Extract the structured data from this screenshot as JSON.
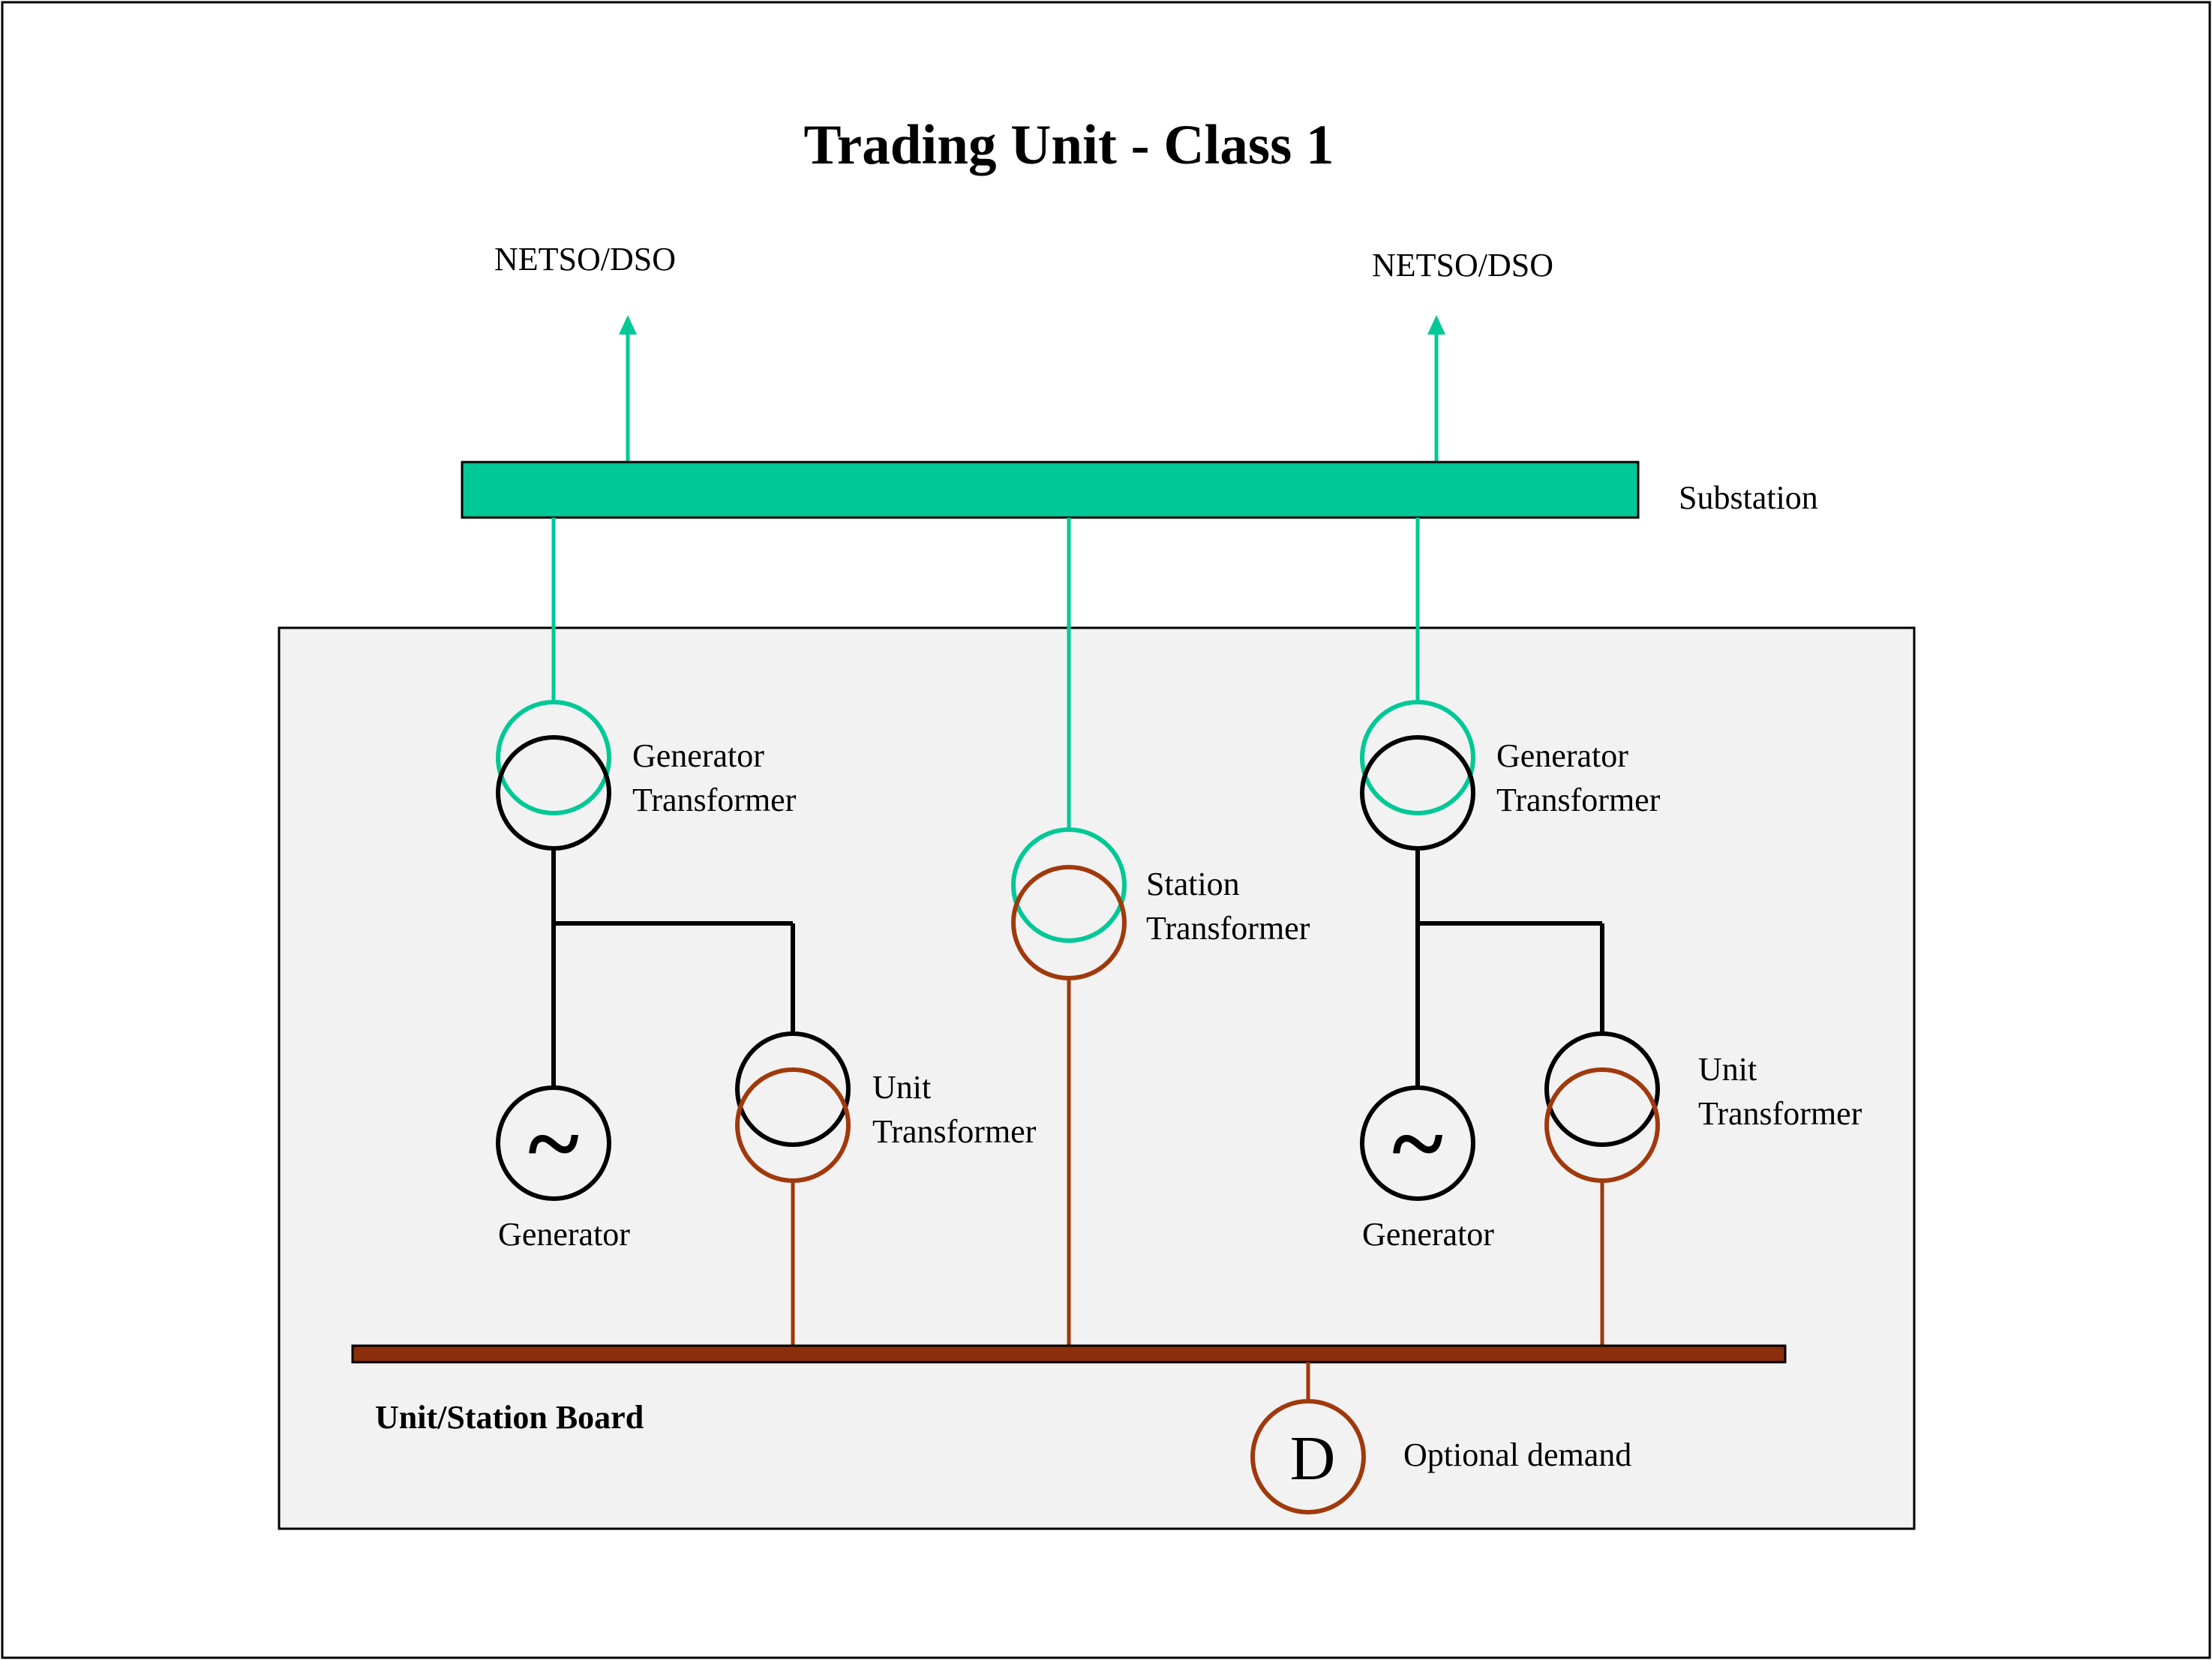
{
  "title": "Trading Unit - Class 1",
  "labels": {
    "netso_left": "NETSO/DSO",
    "netso_right": "NETSO/DSO",
    "substation": "Substation",
    "gen_tx_left_1": "Generator",
    "gen_tx_left_2": "Transformer",
    "gen_tx_right_1": "Generator",
    "gen_tx_right_2": "Transformer",
    "station_tx_1": "Station",
    "station_tx_2": "Transformer",
    "unit_tx_left_1": "Unit",
    "unit_tx_left_2": "Transformer",
    "unit_tx_right_1": "Unit",
    "unit_tx_right_2": "Transformer",
    "generator_left": "Generator",
    "generator_right": "Generator",
    "board": "Unit/Station Board",
    "optional_demand": "Optional demand"
  },
  "symbols": {
    "generator_glyph": "~",
    "demand_glyph": "D"
  },
  "colors": {
    "hv": "#00c896",
    "lv": "#a0390c",
    "board": "#8b2e0b",
    "line": "#000000",
    "panel": "#f2f2f2"
  }
}
